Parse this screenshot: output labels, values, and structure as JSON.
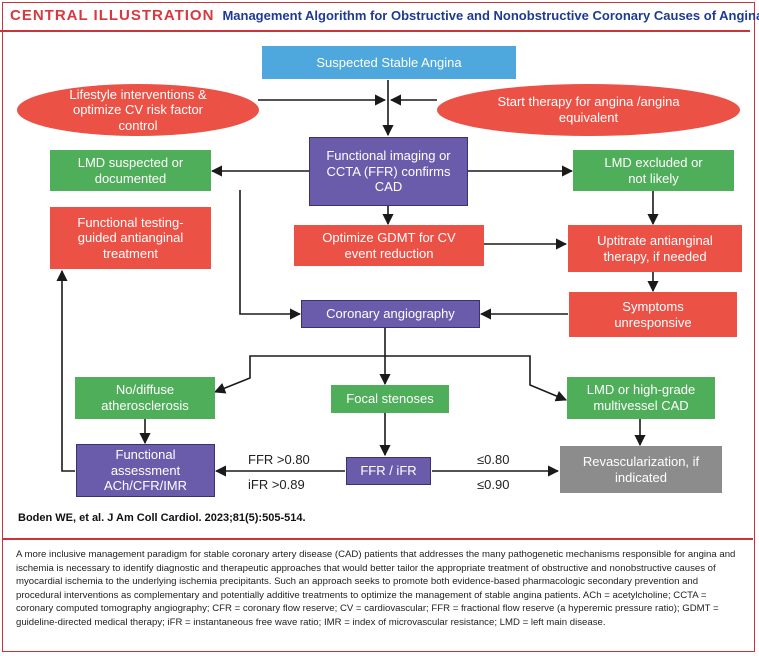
{
  "header": {
    "label": "CENTRAL ILLUSTRATION",
    "title": "Management Algorithm for Obstructive and Nonobstructive Coronary Causes of Angina"
  },
  "nodes": {
    "suspected": "Suspected Stable Angina",
    "lifestyle": "Lifestyle interventions & optimize CV risk factor control",
    "start_therapy": "Start therapy for angina /angina equivalent",
    "functional_imaging": "Functional imaging or CCTA (FFR) confirms CAD",
    "lmd_suspected": "LMD suspected or documented",
    "lmd_excluded": "LMD excluded or not likely",
    "functional_testing": "Functional testing-guided antianginal treatment",
    "optimize_gdmt": "Optimize GDMT for CV event reduction",
    "uptitrate": "Uptitrate antianginal therapy, if needed",
    "coronary_angiography": "Coronary angiography",
    "symptoms_unresponsive": "Symptoms unresponsive",
    "no_diffuse": "No/diffuse atherosclerosis",
    "focal_stenoses": "Focal stenoses",
    "lmd_highgrade": "LMD or high-grade multivessel CAD",
    "functional_assessment": "Functional assessment ACh/CFR/IMR",
    "ffr_ifr": "FFR / iFR",
    "revascularization": "Revascularization, if indicated"
  },
  "edge_labels": {
    "ffr_gt": "FFR >0.80",
    "ifr_gt": "iFR >0.89",
    "ffr_le": "≤0.80",
    "ifr_le": "≤0.90"
  },
  "citation": "Boden WE, et al. J Am Coll Cardiol. 2023;81(5):505-514.",
  "caption": "A more inclusive management paradigm for stable coronary artery disease (CAD) patients that addresses the many pathogenetic mechanisms responsible for angina and ischemia is necessary to identify diagnostic and therapeutic approaches that would better tailor the appropriate treatment of obstructive and nonobstructive causes of myocardial ischemia to the underlying ischemia precipitants. Such an approach seeks to promote both evidence-based pharmacologic secondary prevention and procedural interventions as complementary and potentially additive treatments to optimize the management of stable angina patients. ACh = acetylcholine; CCTA = coronary computed tomography angiography; CFR = coronary flow reserve; CV = cardiovascular; FFR = fractional flow reserve (a hyperemic pressure ratio); GDMT = guideline-directed medical therapy; iFR = instantaneous free wave ratio; IMR = index of microvascular resistance; LMD = left main disease.",
  "colors": {
    "blue": "#4ea7dd",
    "purple": "#6a5cab",
    "green": "#4fae5a",
    "red": "#ec5146",
    "grey": "#8c8c8c",
    "frame": "#c9343a",
    "title": "#1f3a93"
  }
}
